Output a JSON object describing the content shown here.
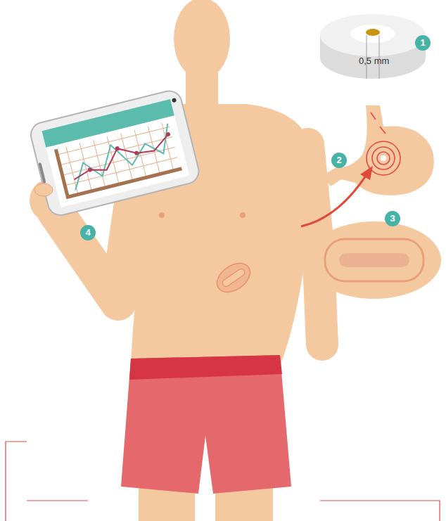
{
  "diagram": {
    "labels": [
      "0,5 mm",
      "1",
      "2",
      "3",
      "4"
    ]
  }
}
